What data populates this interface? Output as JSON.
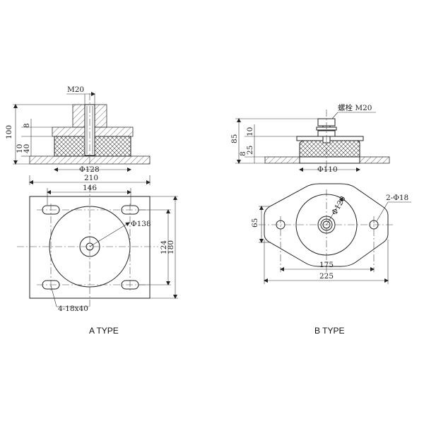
{
  "type_a": {
    "caption": "A TYPE",
    "labels": {
      "bolt": "M20",
      "height_total": "100",
      "height_top": "8",
      "height_rubber": "40",
      "height_base": "10",
      "rubber_dia": "Φ128",
      "width_total": "210",
      "hole_spacing_x": "146",
      "plate_dia": "Φ138",
      "hole_spacing_y": "124",
      "height_total_plan": "180",
      "slots": "4-18x40"
    }
  },
  "type_b": {
    "caption": "B TYPE",
    "labels": {
      "bolt": "螺栓 M20",
      "height_total": "85",
      "height_top": "10",
      "height_rubber": "25",
      "height_base": "8",
      "rubber_dia": "Φ110",
      "holes": "2-Φ18",
      "plate_dia": "Φ120",
      "height_plan": "65",
      "hole_spacing": "175",
      "width_total": "225"
    }
  }
}
